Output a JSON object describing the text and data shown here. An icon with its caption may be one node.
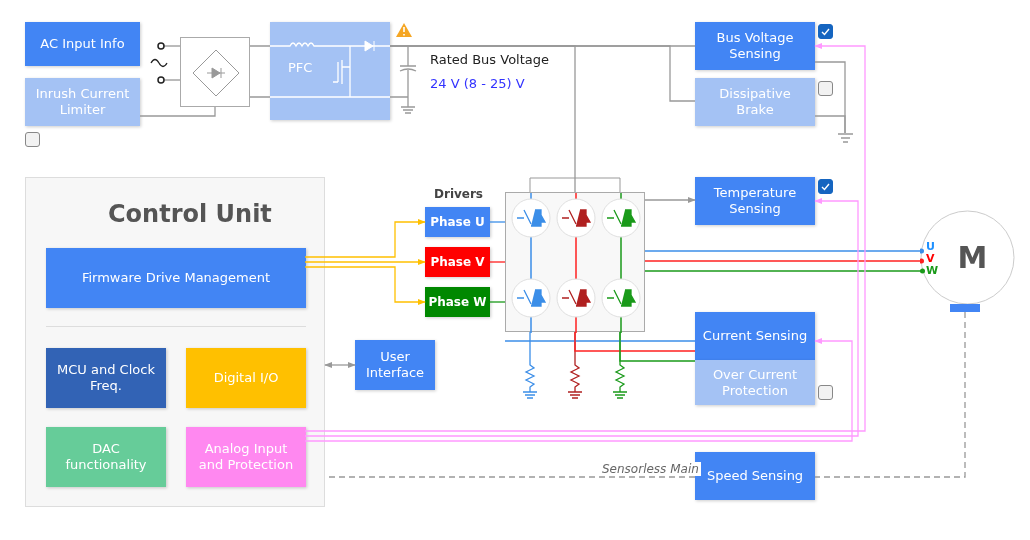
{
  "diagram": {
    "nodes": [
      {
        "text": [
          "AC Input Info"
        ]
      },
      {
        "text": [
          "Inrush Current Limiter"
        ]
      },
      {
        "text": [],
        "shape": "box"
      },
      {
        "text": [
          "PFC"
        ]
      },
      {
        "text": [
          "Bus Voltage Sensing"
        ]
      },
      {
        "text": [
          "Dissipative Brake"
        ]
      },
      {
        "text": [
          "Control Unit"
        ]
      },
      {
        "text": [
          "Firmware Drive Management"
        ],
        "in": 6
      },
      {
        "text": [
          "MCU and Clock Freq."
        ],
        "in": 6
      },
      {
        "text": [
          "Digital I/O"
        ],
        "in": 6
      },
      {
        "text": [
          "DAC functionality"
        ],
        "in": 6
      },
      {
        "text": [
          "Analog Input and Protection"
        ],
        "in": 6
      },
      {
        "text": [
          "Phase U"
        ]
      },
      {
        "text": [
          "Phase V"
        ]
      },
      {
        "text": [
          "Phase W"
        ]
      },
      {
        "text": [],
        "shape": "box"
      },
      {
        "text": [
          "User Interface"
        ]
      },
      {
        "text": [
          "Temperature Sensing"
        ]
      },
      {
        "text": [
          "Current Sensing"
        ]
      },
      {
        "text": [
          "Over Current Protection"
        ]
      },
      {
        "text": [
          "M"
        ]
      },
      {
        "text": [
          "Speed Sensing"
        ]
      },
      {
        "text": [],
        "shape": "ground"
      }
    ],
    "edges": [
      {
        "from": 1,
        "to": 2,
        "arrow": "none"
      },
      {
        "from": 2,
        "to": 3,
        "arrow": "none"
      },
      {
        "from": 3,
        "to": 4,
        "arrow": "none"
      },
      {
        "from": 3,
        "to": 5,
        "arrow": "none"
      },
      {
        "from": 3,
        "to": 15,
        "arrow": "none"
      },
      {
        "from": 7,
        "to": 12,
        "arrow": "to",
        "color": "#ffc000"
      },
      {
        "from": 7,
        "to": 13,
        "arrow": "to",
        "color": "#ffc000"
      },
      {
        "from": 7,
        "to": 14,
        "arrow": "to",
        "color": "#ffc000"
      },
      {
        "from": 12,
        "to": 15,
        "arrow": "none",
        "color": "#3b8ee8"
      },
      {
        "from": 13,
        "to": 15,
        "arrow": "none",
        "color": "#ff2020"
      },
      {
        "from": 14,
        "to": 15,
        "arrow": "none",
        "color": "#1a9a1a"
      },
      {
        "from": 15,
        "to": 17,
        "arrow": "to"
      },
      {
        "from": 15,
        "to": 20,
        "arrow": "none",
        "color": "#3b8ee8"
      },
      {
        "from": 15,
        "to": 20,
        "arrow": "none",
        "color": "#ff2020"
      },
      {
        "from": 15,
        "to": 20,
        "arrow": "none",
        "color": "#1a9a1a"
      },
      {
        "from": 15,
        "to": 18,
        "arrow": "none",
        "color": "#3b8ee8"
      },
      {
        "from": 15,
        "to": 18,
        "arrow": "none",
        "color": "#ff2020"
      },
      {
        "from": 15,
        "to": 18,
        "arrow": "none",
        "color": "#1a9a1a"
      },
      {
        "from": 16,
        "to": 6,
        "arrow": "both"
      },
      {
        "from": 11,
        "to": 4,
        "arrow": "to",
        "color": "#ff99ff"
      },
      {
        "from": 11,
        "to": 17,
        "arrow": "to",
        "color": "#ff99ff"
      },
      {
        "from": 11,
        "to": 18,
        "arrow": "to",
        "color": "#ff99ff"
      },
      {
        "from": 20,
        "to": 21,
        "arrow": "none",
        "style": "dashed"
      },
      {
        "from": 21,
        "to": 6,
        "arrow": "none",
        "style": "dashed",
        "label": "Sensorless Main"
      },
      {
        "from": 4,
        "to": 22,
        "arrow": "none"
      },
      {
        "from": 5,
        "to": 22,
        "arrow": "none"
      }
    ],
    "labels": [
      "Rated Bus Voltage",
      "24 V (8 - 25) V",
      "Drivers",
      "U",
      "V",
      "W"
    ]
  }
}
